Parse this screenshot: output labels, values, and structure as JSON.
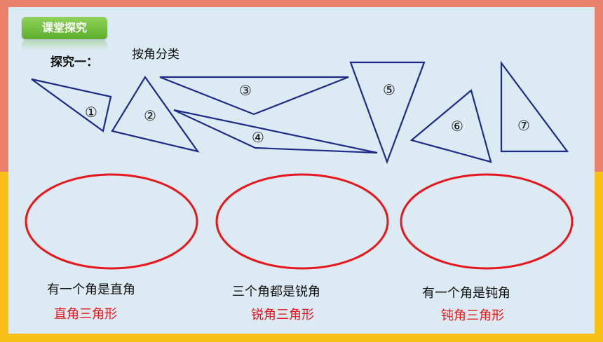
{
  "badge": {
    "label": "课堂探究"
  },
  "heading": {
    "title": "探究一：",
    "subtitle": "按角分类"
  },
  "triangles": [
    {
      "label": "①"
    },
    {
      "label": "②"
    },
    {
      "label": "③"
    },
    {
      "label": "④"
    },
    {
      "label": "⑤"
    },
    {
      "label": "⑥"
    },
    {
      "label": "⑦"
    }
  ],
  "groups": [
    {
      "description": "有一个角是直角",
      "category": "直角三角形"
    },
    {
      "description": "三个角都是锐角",
      "category": "锐角三角形"
    },
    {
      "description": "有一个角是钝角",
      "category": "钝角三角形"
    }
  ],
  "colors": {
    "top_frame": "#E8806A",
    "bottom_frame": "#F9C017",
    "panel": "#DCEAF3",
    "badge": "#6BBF3A",
    "triangle_stroke": "#1E2A8A",
    "ellipse_stroke": "#E8151B",
    "category_text": "#E8151B"
  }
}
